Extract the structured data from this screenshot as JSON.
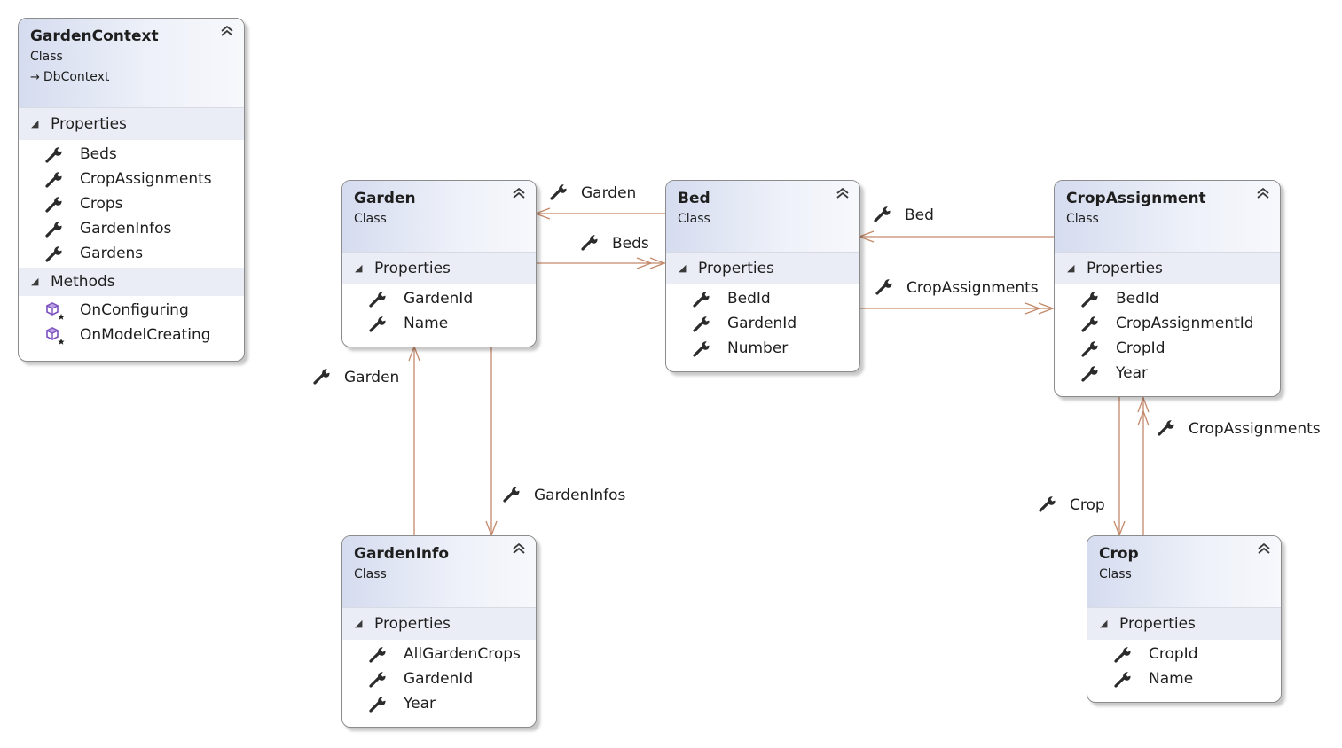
{
  "classes": {
    "gardenContext": {
      "name": "GardenContext",
      "kind": "Class",
      "base": "DbContext",
      "sections": [
        {
          "title": "Properties",
          "items": [
            "Beds",
            "CropAssignments",
            "Crops",
            "GardenInfos",
            "Gardens"
          ]
        },
        {
          "title": "Methods",
          "items": [
            "OnConfiguring",
            "OnModelCreating"
          ]
        }
      ]
    },
    "garden": {
      "name": "Garden",
      "kind": "Class",
      "section": "Properties",
      "items": [
        "GardenId",
        "Name"
      ]
    },
    "bed": {
      "name": "Bed",
      "kind": "Class",
      "section": "Properties",
      "items": [
        "BedId",
        "GardenId",
        "Number"
      ]
    },
    "cropAssignment": {
      "name": "CropAssignment",
      "kind": "Class",
      "section": "Properties",
      "items": [
        "BedId",
        "CropAssignmentId",
        "CropId",
        "Year"
      ]
    },
    "gardenInfo": {
      "name": "GardenInfo",
      "kind": "Class",
      "section": "Properties",
      "items": [
        "AllGardenCrops",
        "GardenId",
        "Year"
      ]
    },
    "crop": {
      "name": "Crop",
      "kind": "Class",
      "section": "Properties",
      "items": [
        "CropId",
        "Name"
      ]
    }
  },
  "associations": {
    "bed_garden": "Garden",
    "garden_beds": "Beds",
    "cropassignment_bed": "Bed",
    "bed_cropassignments": "CropAssignments",
    "gardeninfo_garden": "Garden",
    "garden_gardeninfos": "GardenInfos",
    "cropassignment_crop": "Crop",
    "crop_cropassignments": "CropAssignments"
  },
  "icons": {
    "property": "wrench-icon",
    "method": "method-cube-icon",
    "collapse": "double-chevron-up-icon",
    "section": "triangle-icon",
    "inheritance": "inheritance-arrow-icon"
  },
  "colors": {
    "connector": "#c4896a",
    "header_gradient_start": "#d5dcef",
    "section_band": "#eaedf5",
    "border": "#8c8c8c",
    "method_icon": "#7b4fbf"
  }
}
